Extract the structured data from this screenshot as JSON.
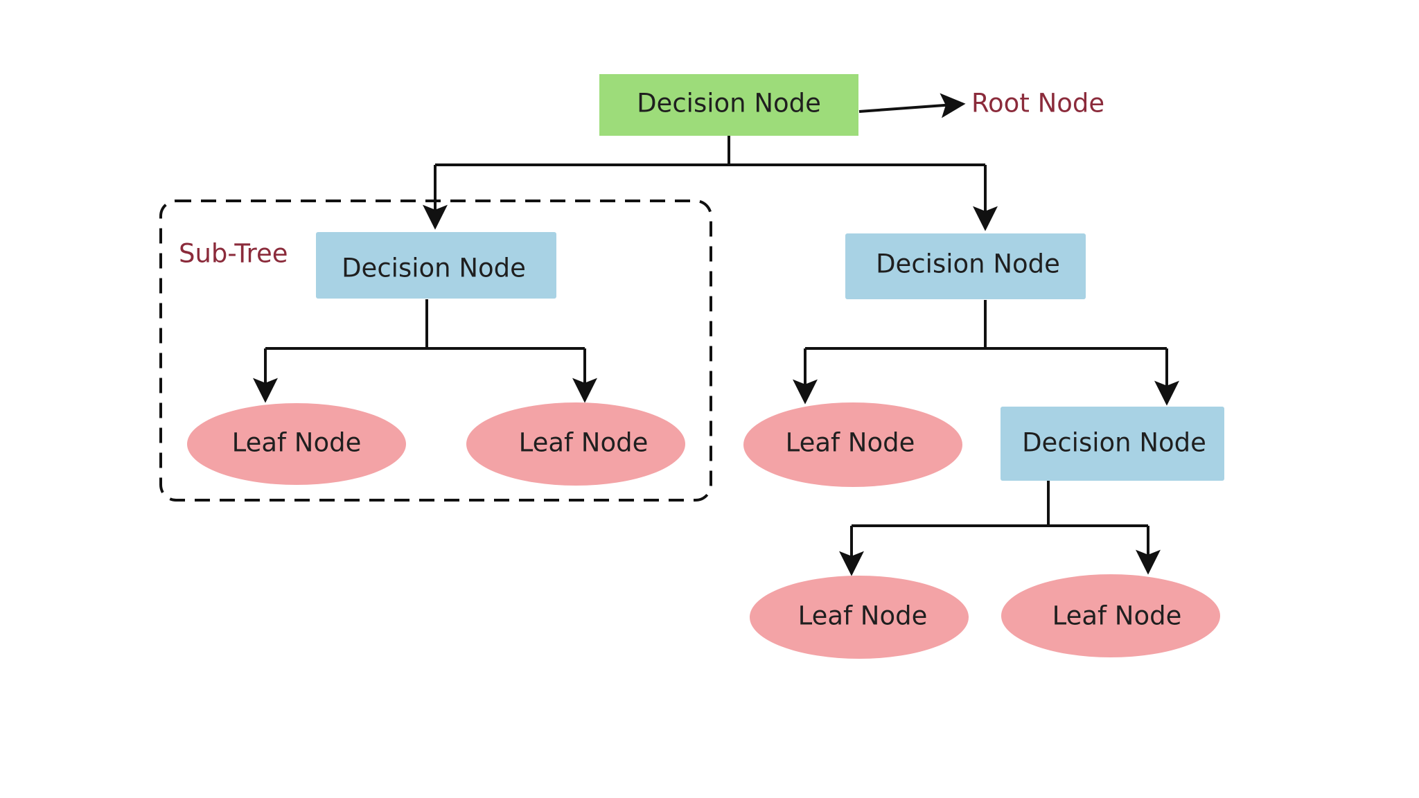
{
  "diagram": {
    "root": {
      "label": "Decision Node",
      "color": "#9ddc7a"
    },
    "decision_color": "#a8d2e4",
    "leaf_color": "#f3a3a6",
    "annotation_color": "#8b2b3b",
    "annotations": {
      "root_node": "Root Node",
      "sub_tree": "Sub-Tree"
    },
    "nodes": [
      {
        "id": "root",
        "type": "decision",
        "label": "Decision Node"
      },
      {
        "id": "left-decision",
        "type": "decision",
        "label": "Decision Node"
      },
      {
        "id": "right-decision",
        "type": "decision",
        "label": "Decision Node"
      },
      {
        "id": "left-leaf-1",
        "type": "leaf",
        "label": "Leaf Node"
      },
      {
        "id": "left-leaf-2",
        "type": "leaf",
        "label": "Leaf Node"
      },
      {
        "id": "right-leaf-1",
        "type": "leaf",
        "label": "Leaf Node"
      },
      {
        "id": "right-sub-decision",
        "type": "decision",
        "label": "Decision Node"
      },
      {
        "id": "bottom-leaf-1",
        "type": "leaf",
        "label": "Leaf Node"
      },
      {
        "id": "bottom-leaf-2",
        "type": "leaf",
        "label": "Leaf Node"
      }
    ],
    "edges": [
      {
        "from": "root",
        "to": "left-decision"
      },
      {
        "from": "root",
        "to": "right-decision"
      },
      {
        "from": "left-decision",
        "to": "left-leaf-1"
      },
      {
        "from": "left-decision",
        "to": "left-leaf-2"
      },
      {
        "from": "right-decision",
        "to": "right-leaf-1"
      },
      {
        "from": "right-decision",
        "to": "right-sub-decision"
      },
      {
        "from": "right-sub-decision",
        "to": "bottom-leaf-1"
      },
      {
        "from": "right-sub-decision",
        "to": "bottom-leaf-2"
      }
    ]
  }
}
